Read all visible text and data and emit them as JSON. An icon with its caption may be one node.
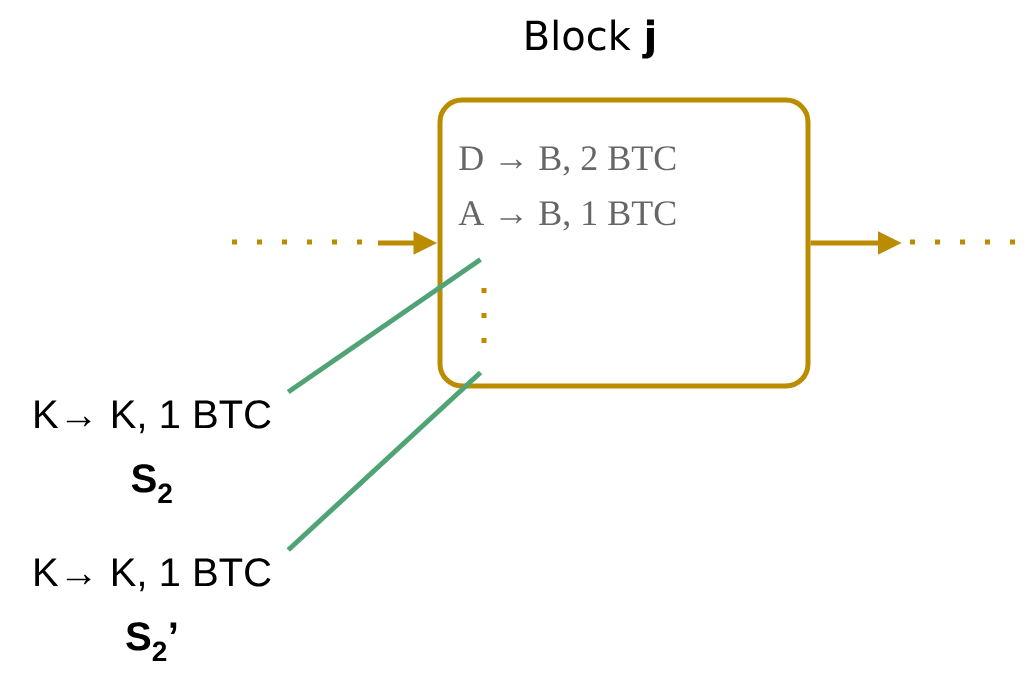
{
  "diagram": {
    "nodes": [
      {
        "text": [
          "Block **j**",
          "D → B, 2 BTC",
          "A → B, 1 BTC"
        ]
      },
      {
        "text": [
          "K→ K, 1 BTC",
          "S$_{2}$"
        ]
      },
      {
        "text": [
          "K→ K, 1 BTC",
          "S$_{2}$’"
        ]
      }
    ],
    "edges": [
      {
        "from": null,
        "to": 0,
        "arrow": "to",
        "color": "#bb8c00"
      },
      {
        "from": 0,
        "to": null,
        "arrow": "to",
        "color": "#bb8c00"
      },
      {
        "from": 1,
        "to": 0,
        "arrow": "none",
        "color": "#4fa374"
      },
      {
        "from": 2,
        "to": 0,
        "arrow": "none",
        "color": "#4fa374"
      }
    ]
  }
}
